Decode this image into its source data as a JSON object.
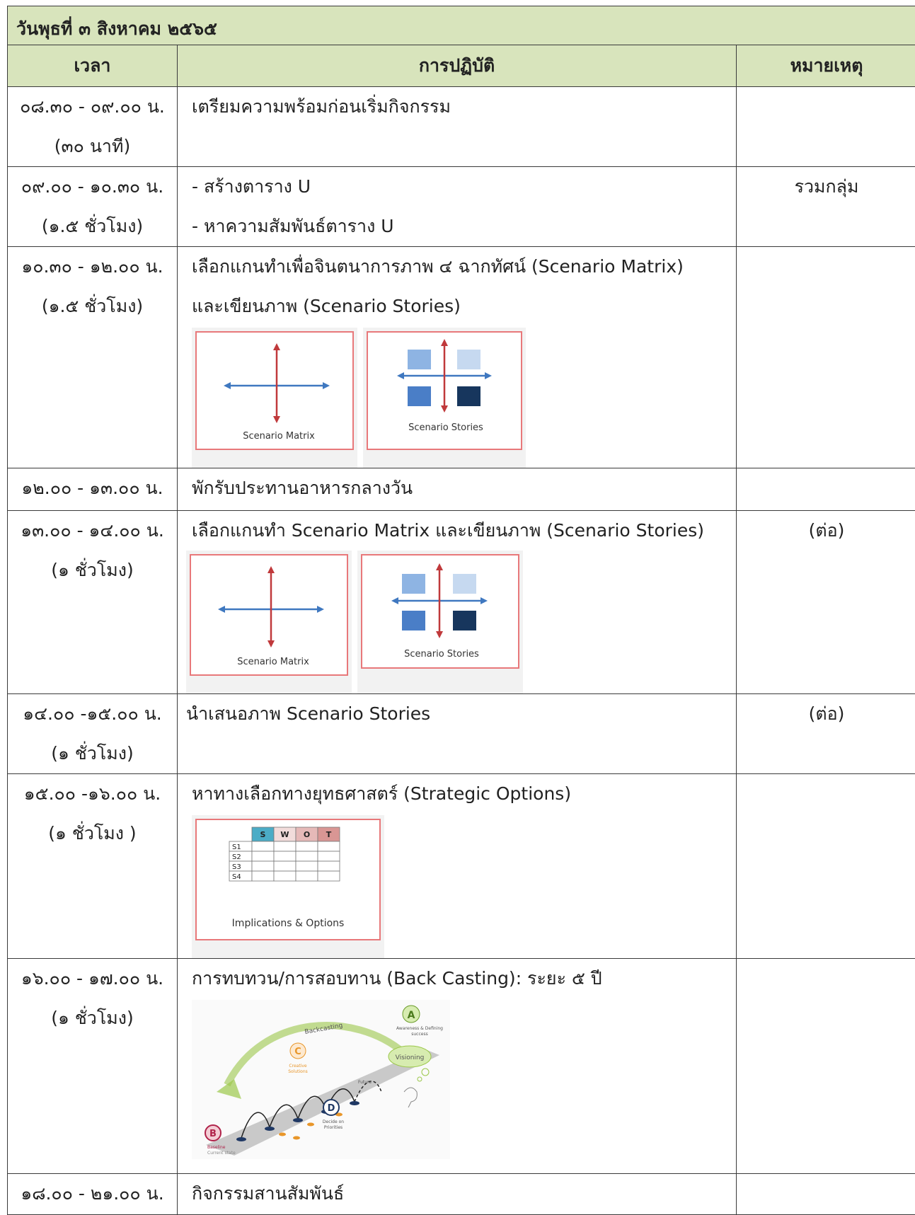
{
  "header": {
    "date": "วันพุธที่ ๓ สิงหาคม  ๒๕๖๕",
    "col_time": "เวลา",
    "col_activity": "การปฏิบัติ",
    "col_note": "หมายเหตุ"
  },
  "rows": [
    {
      "time": "๐๘.๓๐ - ๐๙.๐๐ น.",
      "duration": "(๓๐ นาที)",
      "activity": [
        "เตรียมความพร้อมก่อนเริ่มกิจกรรม"
      ],
      "note": ""
    },
    {
      "time": "๐๙.๐๐ - ๑๐.๓๐ น.",
      "duration": "(๑.๕ ชั่วโมง)",
      "activity": [
        "- สร้างตาราง U",
        "- หาความสัมพันธ์ตาราง U"
      ],
      "note": "รวมกลุ่ม"
    },
    {
      "time": "๑๐.๓๐ - ๑๒.๐๐ น.",
      "duration": "(๑.๕ ชั่วโมง)",
      "activity": [
        "เลือกแกนทำเพื่อจินตนาการภาพ ๔ ฉากทัศน์ (Scenario Matrix)",
        "และเขียนภาพ (Scenario Stories)"
      ],
      "note": ""
    },
    {
      "time": "๑๒.๐๐ - ๑๓.๐๐ น.",
      "duration": "",
      "activity": [
        "พักรับประทานอาหารกลางวัน"
      ],
      "note": ""
    },
    {
      "time": "๑๓.๐๐ - ๑๔.๐๐ น.",
      "duration": "(๑ ชั่วโมง)",
      "activity": [
        "เลือกแกนทำ Scenario Matrix และเขียนภาพ (Scenario Stories)"
      ],
      "note": "(ต่อ)"
    },
    {
      "time": "๑๔.๐๐ -๑๕.๐๐ น.",
      "duration": "(๑ ชั่วโมง)",
      "activity": [
        "นำเสนอภาพ Scenario Stories"
      ],
      "note": "(ต่อ)"
    },
    {
      "time": "๑๕.๐๐ -๑๖.๐๐ น.",
      "duration": "(๑ ชั่วโมง )",
      "activity": [
        "หาทางเลือกทางยุทธศาสตร์ (Strategic Options)"
      ],
      "note": ""
    },
    {
      "time": "๑๖.๐๐ - ๑๗.๐๐ น.",
      "duration": "(๑ ชั่วโมง)",
      "activity": [
        "การทบทวน/การสอบทาน (Back Casting): ระยะ ๕ ปี"
      ],
      "note": ""
    },
    {
      "time": "๑๘.๐๐ - ๒๑.๐๐ น.",
      "duration": "",
      "activity": [
        "กิจกรรมสานสัมพันธ์"
      ],
      "note": ""
    }
  ],
  "figures": {
    "matrix_label": "Scenario Matrix",
    "stories_label": "Scenario Stories",
    "swot_cols": [
      "S",
      "W",
      "O",
      "T"
    ],
    "swot_rows": [
      "S1",
      "S2",
      "S3",
      "S4"
    ],
    "swot_caption": "Implications & Options",
    "backcasting": {
      "a": "A",
      "a_label1": "Awareness & Defining",
      "a_label2": "success",
      "b": "B",
      "b_label1": "Baseline",
      "b_label2": "Current state",
      "c": "C",
      "c_label1": "Creative",
      "c_label2": "Solutions",
      "d": "D",
      "d_label1": "Decide on",
      "d_label2": "Priorities",
      "arc": "Backcasting",
      "cloud": "Visioning",
      "future": "Future"
    }
  },
  "colors": {
    "header_bg": "#d8e4bc",
    "arrow_red": "#c0393b",
    "arrow_blue": "#3f78c0",
    "frame": "#e8787a"
  }
}
